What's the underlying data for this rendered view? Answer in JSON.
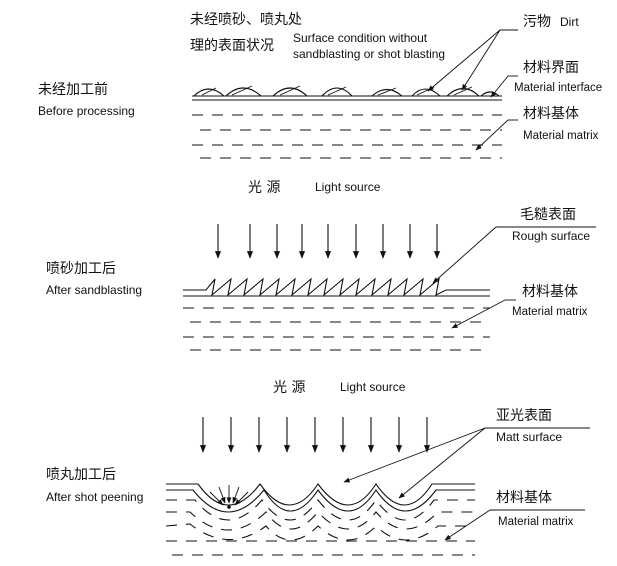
{
  "panel1": {
    "title_zh_line1": "未经喷砂、喷丸处",
    "title_zh_line2": "理的表面状况",
    "title_en_line1": "Surface condition without",
    "title_en_line2": "sandblasting or shot blasting",
    "state_zh": "未经加工前",
    "state_en": "Before processing",
    "dirt_zh": "污物",
    "dirt_en": "Dirt",
    "interface_zh": "材料界面",
    "interface_en": "Material interface",
    "matrix_zh": "材料基体",
    "matrix_en": "Material matrix"
  },
  "panel2": {
    "light_zh": "光 源",
    "light_en": "Light source",
    "state_zh": "喷砂加工后",
    "state_en": "After sandblasting",
    "rough_zh": "毛糙表面",
    "rough_en": "Rough surface",
    "matrix_zh": "材料基体",
    "matrix_en": "Material matrix"
  },
  "panel3": {
    "light_zh": "光 源",
    "light_en": "Light source",
    "state_zh": "喷丸加工后",
    "state_en": "After shot peening",
    "matt_zh": "亚光表面",
    "matt_en": "Matt surface",
    "matrix_zh": "材料基体",
    "matrix_en": "Material matrix"
  }
}
